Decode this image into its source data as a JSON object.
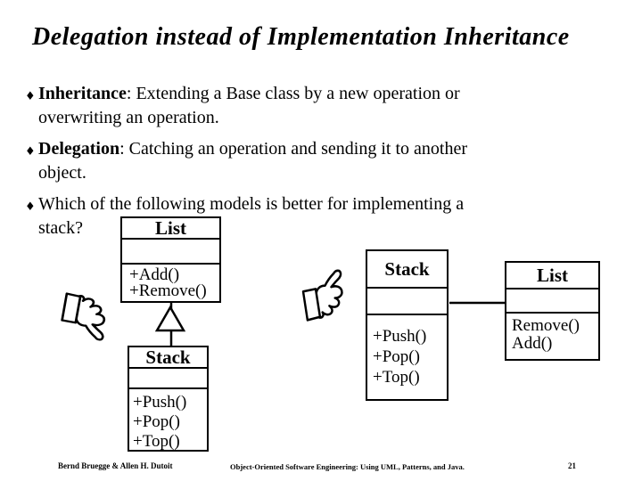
{
  "title": "Delegation instead of Implementation Inheritance",
  "bullet_glyph": "♦",
  "bullets": [
    {
      "bold": "Inheritance",
      "rest": ": Extending a Base class by a new operation or",
      "line2": "overwriting an operation."
    },
    {
      "bold": "Delegation",
      "rest": ": Catching an operation and sending it to another",
      "line2": "object."
    },
    {
      "bold": "",
      "rest": "Which of the following models is better for implementing a",
      "line2": "stack?"
    }
  ],
  "inheritance_model": {
    "verdict_icon": "thumbs-down",
    "list_class": {
      "name": "List",
      "operations": [
        "+Add()",
        "+Remove()"
      ]
    },
    "stack_class": {
      "name": "Stack",
      "operations": [
        "+Push()",
        "+Pop()",
        "+Top()"
      ]
    }
  },
  "delegation_model": {
    "verdict_icon": "thumbs-up",
    "stack_class": {
      "name": "Stack",
      "operations": [
        "+Push()",
        "+Pop()",
        "+Top()"
      ]
    },
    "list_class": {
      "name": "List",
      "operations": [
        "Remove()",
        "Add()"
      ]
    }
  },
  "footer": {
    "authors": "Bernd Bruegge & Allen H. Dutoit",
    "book_title": "Object-Oriented Software Engineering: Using UML, Patterns, and Java.",
    "page_number": "21"
  },
  "colors": {
    "background": "#ffffff",
    "ink": "#000000"
  }
}
